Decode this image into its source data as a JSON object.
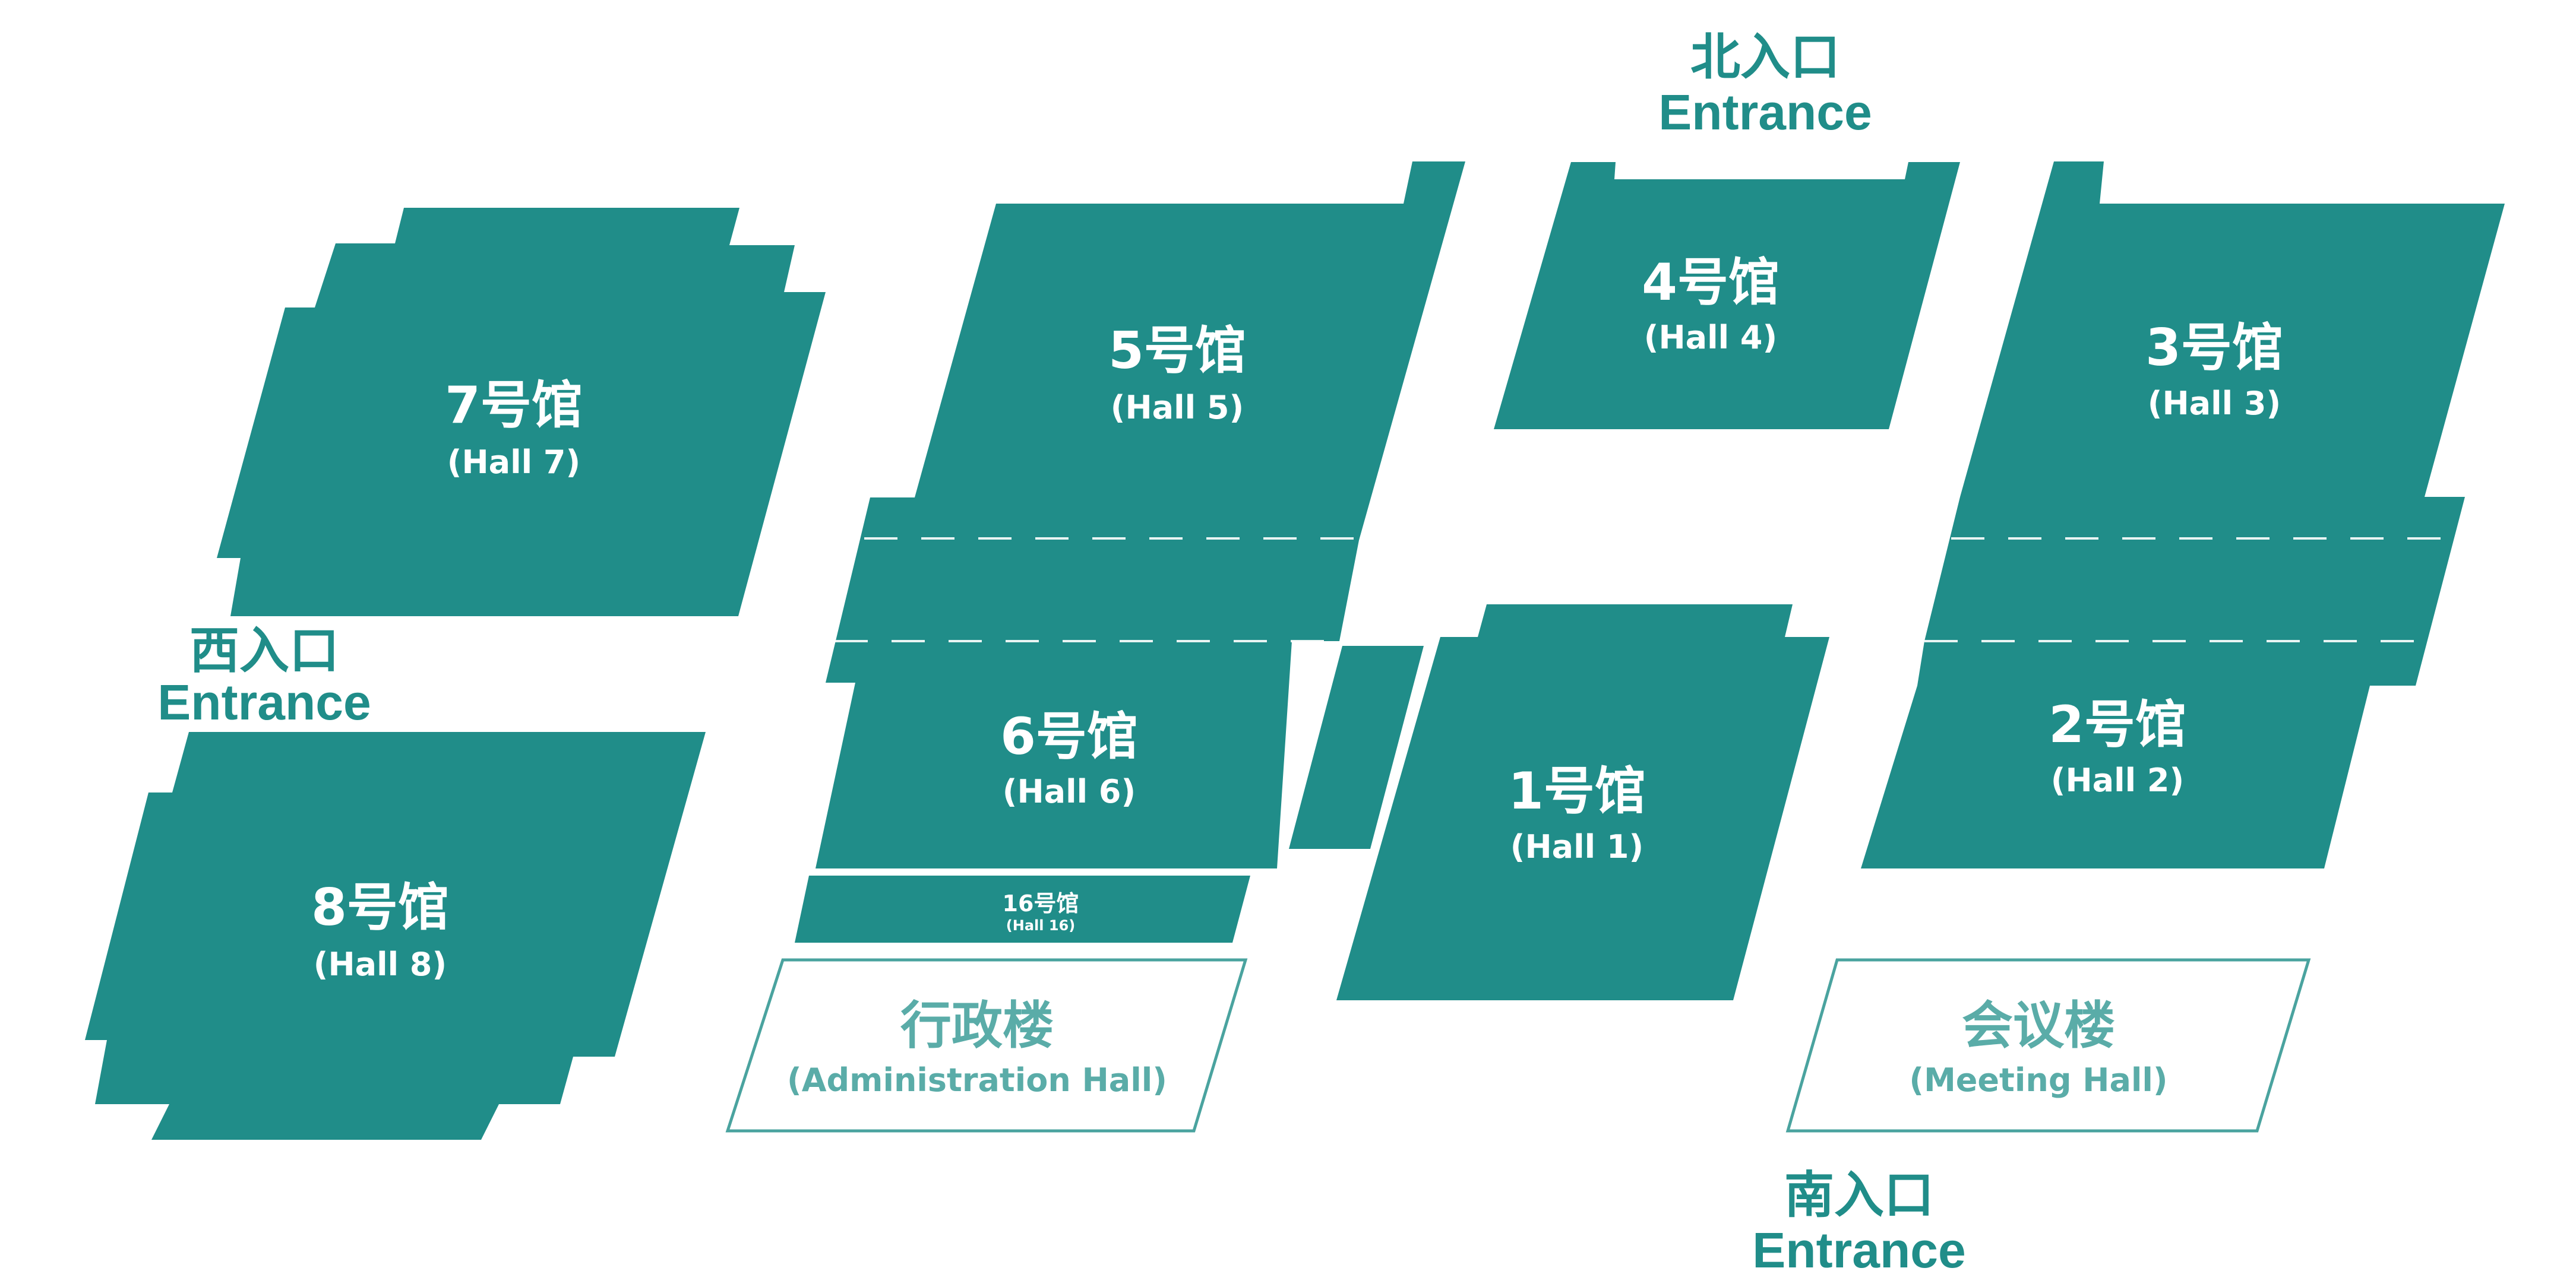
{
  "halls": {
    "hall7": {
      "zh": "7号馆",
      "en": "(Hall 7)"
    },
    "hall5": {
      "zh": "5号馆",
      "en": "(Hall 5)"
    },
    "hall4": {
      "zh": "4号馆",
      "en": "(Hall 4)"
    },
    "hall3": {
      "zh": "3号馆",
      "en": "(Hall 3)"
    },
    "hall6": {
      "zh": "6号馆",
      "en": "(Hall 6)"
    },
    "hall1": {
      "zh": "1号馆",
      "en": "(Hall 1)"
    },
    "hall2": {
      "zh": "2号馆",
      "en": "(Hall 2)"
    },
    "hall8": {
      "zh": "8号馆",
      "en": "(Hall 8)"
    },
    "hall16": {
      "zh": "16号馆",
      "en": "(Hall 16)"
    }
  },
  "buildings": {
    "administration": {
      "zh": "行政楼",
      "en": "(Administration Hall)"
    },
    "meeting": {
      "zh": "会议楼",
      "en": "(Meeting Hall)"
    }
  },
  "entrances": {
    "north": {
      "zh": "北入口",
      "en": "Entrance"
    },
    "west": {
      "zh": "西入口",
      "en": "Entrance"
    },
    "south": {
      "zh": "南入口",
      "en": "Entrance"
    }
  },
  "colors": {
    "hall": "#208d89",
    "outline": "#4aa39f",
    "label_light": "#5aaca8"
  }
}
